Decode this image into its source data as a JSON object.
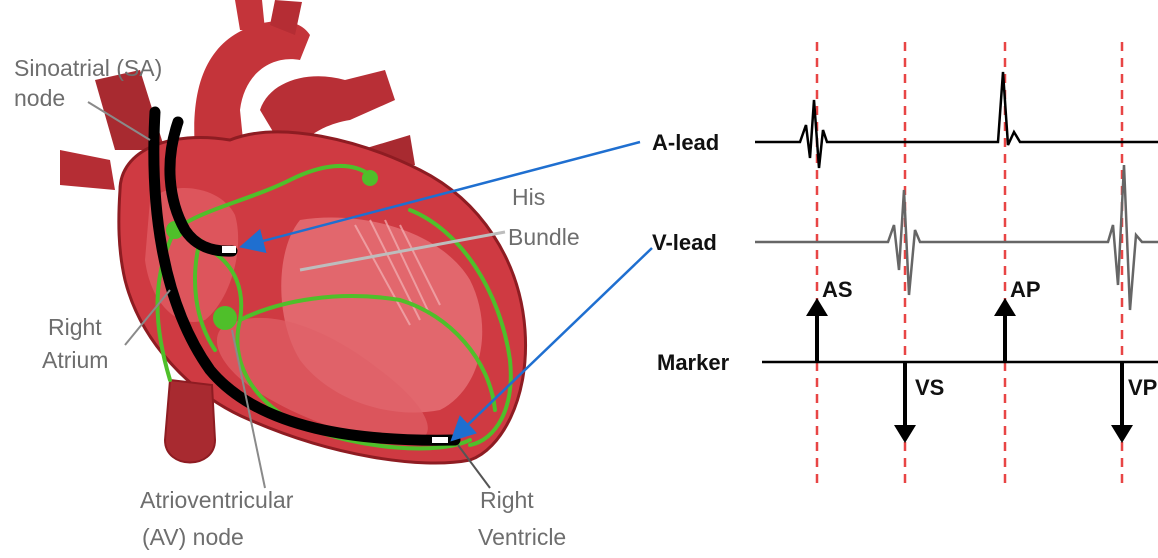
{
  "labels": {
    "sa_node_line1": "Sinoatrial (SA)",
    "sa_node_line2": "node",
    "his_line1": "His",
    "his_line2": "Bundle",
    "right_atrium_line1": "Right",
    "right_atrium_line2": "Atrium",
    "av_node_line1": "Atrioventricular",
    "av_node_line2": "(AV) node",
    "right_ventricle_line1": "Right",
    "right_ventricle_line2": "Ventricle"
  },
  "traces": {
    "a_lead": "A-lead",
    "v_lead": "V-lead",
    "marker": "Marker"
  },
  "markers": {
    "as": "AS",
    "vs": "VS",
    "ap": "AP",
    "vp": "VP"
  },
  "colors": {
    "heart": "#c8323a",
    "heart_dark": "#8e1c22",
    "conduction": "#4fbf2a",
    "lead": "#000000",
    "pointer": "#1f6fd0",
    "guide": "#e84545",
    "trace": "#6e6e6e"
  }
}
